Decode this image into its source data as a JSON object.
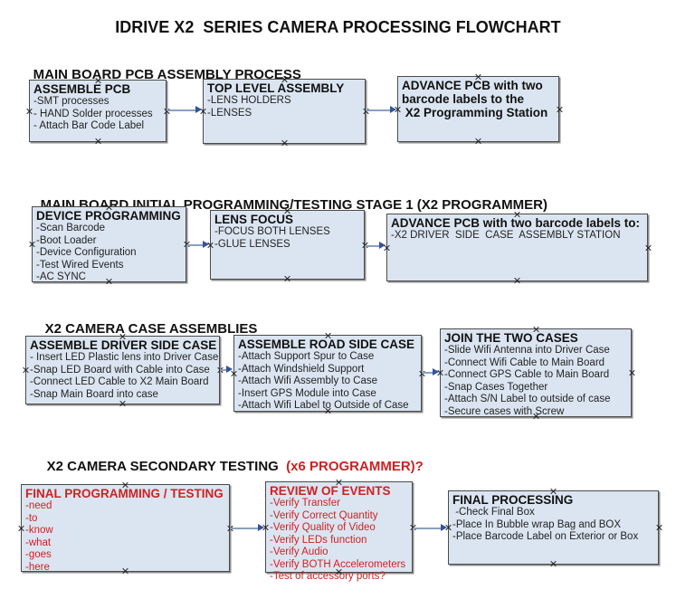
{
  "title": "IDRIVE X2  SERIES CAMERA PROCESSING FLOWCHART",
  "colors": {
    "box_fill": "#dbe5f1",
    "box_border": "#4a4a4a",
    "arrow_line": "#8aa0bd",
    "arrow_head": "#33539c",
    "red_text": "#cc2222",
    "black_text": "#111111"
  },
  "sections": [
    {
      "header": "MAIN BOARD PCB ASSEMBLY PROCESS",
      "boxes": [
        {
          "title": "ASSEMBLE PCB",
          "lines": [
            "-SMT processes",
            "- HAND Solder processes",
            "- Attach Bar Code Label"
          ]
        },
        {
          "title": "TOP LEVEL ASSEMBLY",
          "lines": [
            "-LENS HOLDERS",
            "-LENSES"
          ]
        },
        {
          "title": "ADVANCE PCB with two\nbarcode labels to the\n X2 Programming Station",
          "lines": []
        }
      ]
    },
    {
      "header": "MAIN BOARD INITIAL PROGRAMMING/TESTING STAGE 1 (X2 PROGRAMMER)",
      "boxes": [
        {
          "title": "DEVICE PROGRAMMING",
          "lines": [
            "-Scan Barcode",
            "-Boot Loader",
            "-Device Configuration",
            "-Test Wired Events",
            "-AC SYNC"
          ]
        },
        {
          "title": "LENS FOCUS",
          "lines": [
            "-FOCUS BOTH LENSES",
            "-GLUE LENSES"
          ]
        },
        {
          "title": "ADVANCE PCB with two barcode labels to:",
          "lines": [
            "-X2 DRIVER  SIDE  CASE  ASSEMBLY STATION"
          ]
        }
      ]
    },
    {
      "header": "X2 CAMERA CASE ASSEMBLIES",
      "boxes": [
        {
          "title": "ASSEMBLE DRIVER SIDE CASE",
          "lines": [
            "- Insert LED Plastic lens into Driver Case",
            "-Snap LED Board with Cable into Case",
            "-Connect LED Cable to X2 Main Board",
            "-Snap Main Board into case"
          ]
        },
        {
          "title": "ASSEMBLE ROAD SIDE CASE",
          "lines": [
            "-Attach Support Spur to Case",
            "-Attach Windshield Support",
            "-Attach Wifi Assembly to Case",
            "-Insert GPS Module into Case",
            "-Attach Wifi Label to Outside of Case"
          ]
        },
        {
          "title": "JOIN THE TWO CASES",
          "lines": [
            "-Slide Wifi Antenna into Driver Case",
            "-Connect Wifi Cable to Main Board",
            "-Connect GPS Cable to Main Board",
            "-Snap Cases Together",
            "-Attach S/N Label to outside of case",
            "-Secure cases with Screw"
          ]
        }
      ]
    },
    {
      "header": "X2 CAMERA SECONDARY TESTING  ",
      "header_red": "(x6 PROGRAMMER)?",
      "boxes": [
        {
          "title": "FINAL PROGRAMMING / TESTING",
          "lines": [
            "-need",
            "-to",
            "-know",
            "-what",
            "-goes",
            "-here"
          ]
        },
        {
          "title": "REVIEW OF EVENTS",
          "lines": [
            "-Verify Transfer",
            "-Verify Correct Quantity",
            "-Verify Quality of Video",
            "-Verify LEDs function",
            "-Verify Audio",
            "-Verify BOTH Accelerometers",
            "-Test of accessory ports?"
          ]
        },
        {
          "title": "FINAL PROCESSING",
          "lines": [
            " -Check Final Box",
            "-Place In Bubble wrap Bag and BOX",
            "-Place Barcode Label on Exterior or Box"
          ]
        }
      ]
    }
  ]
}
